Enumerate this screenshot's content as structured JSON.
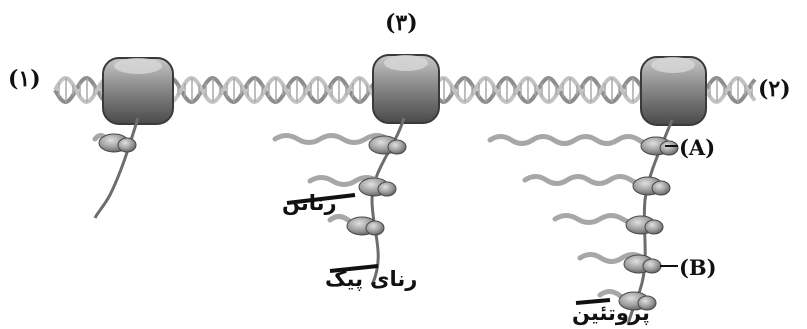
{
  "diagram": {
    "labels": {
      "site_1": "(۱)",
      "site_2": "(۲)",
      "site_3": "(۳)",
      "label_A": "(A)",
      "label_B": "(B)",
      "ribosome": "رناتن",
      "mrna": "رنای پیک",
      "protein": "پروتئین"
    },
    "colors": {
      "dna": "#b9b9b9",
      "dna_dark": "#7a7a7a",
      "polymerase": "#8a8a8a",
      "polymerase_dark": "#3f3f3f",
      "mrna": "#6d6d6d",
      "ribosome": "#9a9a9a",
      "peptide": "#a7a7a7",
      "text": "#111111"
    }
  }
}
